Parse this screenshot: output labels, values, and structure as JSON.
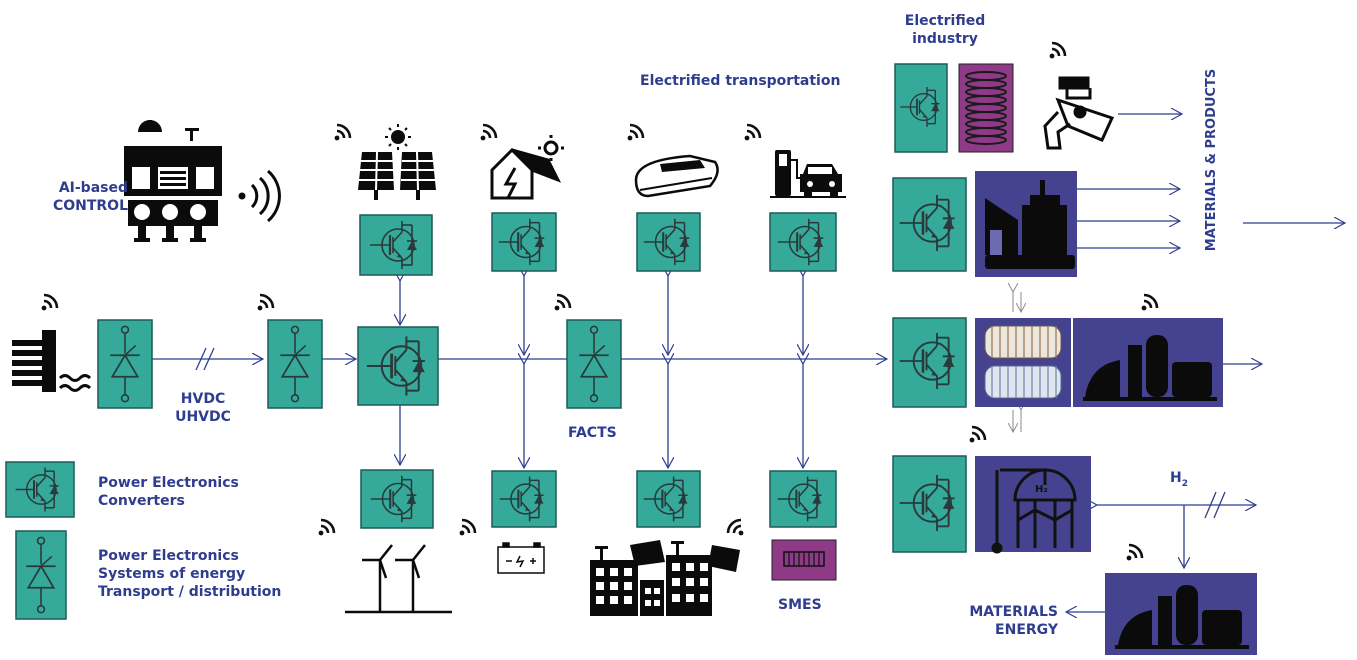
{
  "labels": {
    "ai_control": [
      "AI-based",
      "CONTROL"
    ],
    "electrified_industry": [
      "Electrified",
      "industry"
    ],
    "electrified_transportation": "Electrified transportation",
    "materials_products": "MATERIALS & PRODUCTS",
    "hvdc": [
      "HVDC",
      "UHVDC"
    ],
    "facts": "FACTS",
    "smes": "SMES",
    "h2": "H",
    "h2_sub": "2",
    "materials_energy": [
      "MATERIALS",
      "ENERGY"
    ],
    "tank_h2": "H₂"
  },
  "legend": {
    "pec": [
      "Power Electronics",
      "Converters"
    ],
    "pes": [
      "Power Electronics",
      "Systems of energy",
      "Transport / distribution"
    ]
  },
  "colors": {
    "converter_fill": "#35a99a",
    "converter_border": "#1d5b57",
    "process_box": "#45428f",
    "smes_fill": "#8e3a86",
    "arrow": "#2f3d8f",
    "label": "#2f3d8f"
  },
  "icons": [
    "wifi-icon",
    "solar-panel-icon",
    "solar-house-icon",
    "train-icon",
    "ev-charging-icon",
    "wind-turbine-icon",
    "battery-icon",
    "smart-buildings-icon",
    "hydro-dam-icon",
    "control-center-icon",
    "broadcast-icon",
    "robot-arm-icon",
    "coil-icon",
    "factory-icon",
    "electrolyzer-icon",
    "hydrogen-tank-icon",
    "industrial-plant-icon"
  ]
}
